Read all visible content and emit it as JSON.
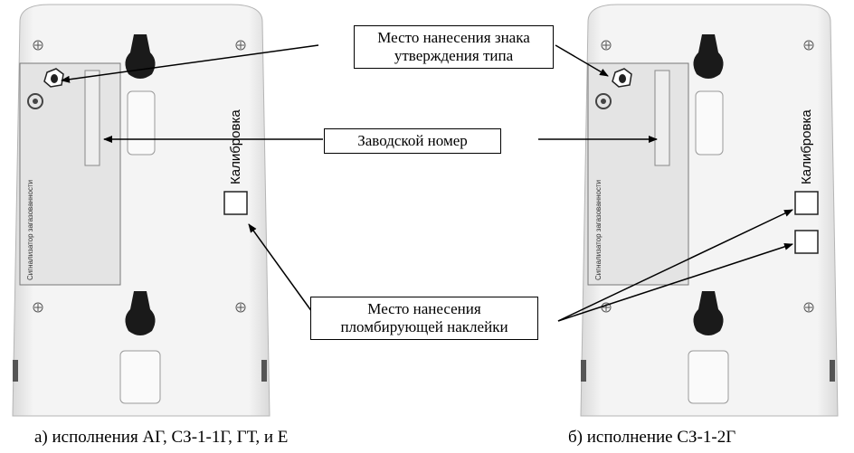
{
  "callouts": {
    "approval_mark": [
      "Место нанесения знака",
      "утверждения типа"
    ],
    "serial_number": "Заводской номер",
    "seal_sticker": [
      "Место нанесения",
      "пломбирующей наклейки"
    ]
  },
  "device_labels": {
    "calibration": "Калибровка",
    "signaler": "Сигнализатор загазованности"
  },
  "captions": {
    "left": "а) исполнения АГ, СЗ-1-1Г, ГТ, и Е",
    "right": "б) исполнение СЗ-1-2Г"
  }
}
